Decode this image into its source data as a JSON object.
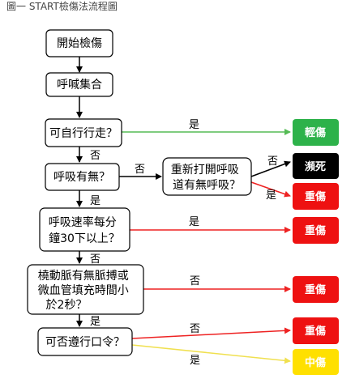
{
  "caption": "圖一 START檢傷法流程圖",
  "nodes": {
    "start": "開始檢傷",
    "call": "呼喊集合",
    "walk": "可自行行走？",
    "breath": "呼吸有無？",
    "reopen": [
      "重新打開呼吸",
      "道有無呼吸？"
    ],
    "rate": [
      "呼吸速率每分",
      "鐘30下以上？"
    ],
    "pulse": [
      "橈動脈有無脈搏或",
      "微血管填充時間小",
      "於2秒？"
    ],
    "command": "可否遵行口令？"
  },
  "outcomes": {
    "minor": "輕傷",
    "dead": "瀕死",
    "severe1": "重傷",
    "severe2": "重傷",
    "severe3": "重傷",
    "severe4": "重傷",
    "moderate": "中傷"
  },
  "edge_labels": {
    "walk_yes": "是",
    "walk_no": "否",
    "breath_no": "否",
    "breath_yes": "是",
    "reopen_no": "否",
    "reopen_yes": "是",
    "rate_yes": "是",
    "rate_no": "否",
    "pulse_no": "否",
    "pulse_yes": "是",
    "command_no": "否",
    "command_yes": "是"
  },
  "colors": {
    "minor": "#2db24a",
    "dead": "#000000",
    "severe": "#ee1111",
    "moderate": "#ffe000",
    "line_green": "#55bb55",
    "line_red": "#ee2222",
    "line_yellow": "#f0e050",
    "line_black": "#000000"
  }
}
